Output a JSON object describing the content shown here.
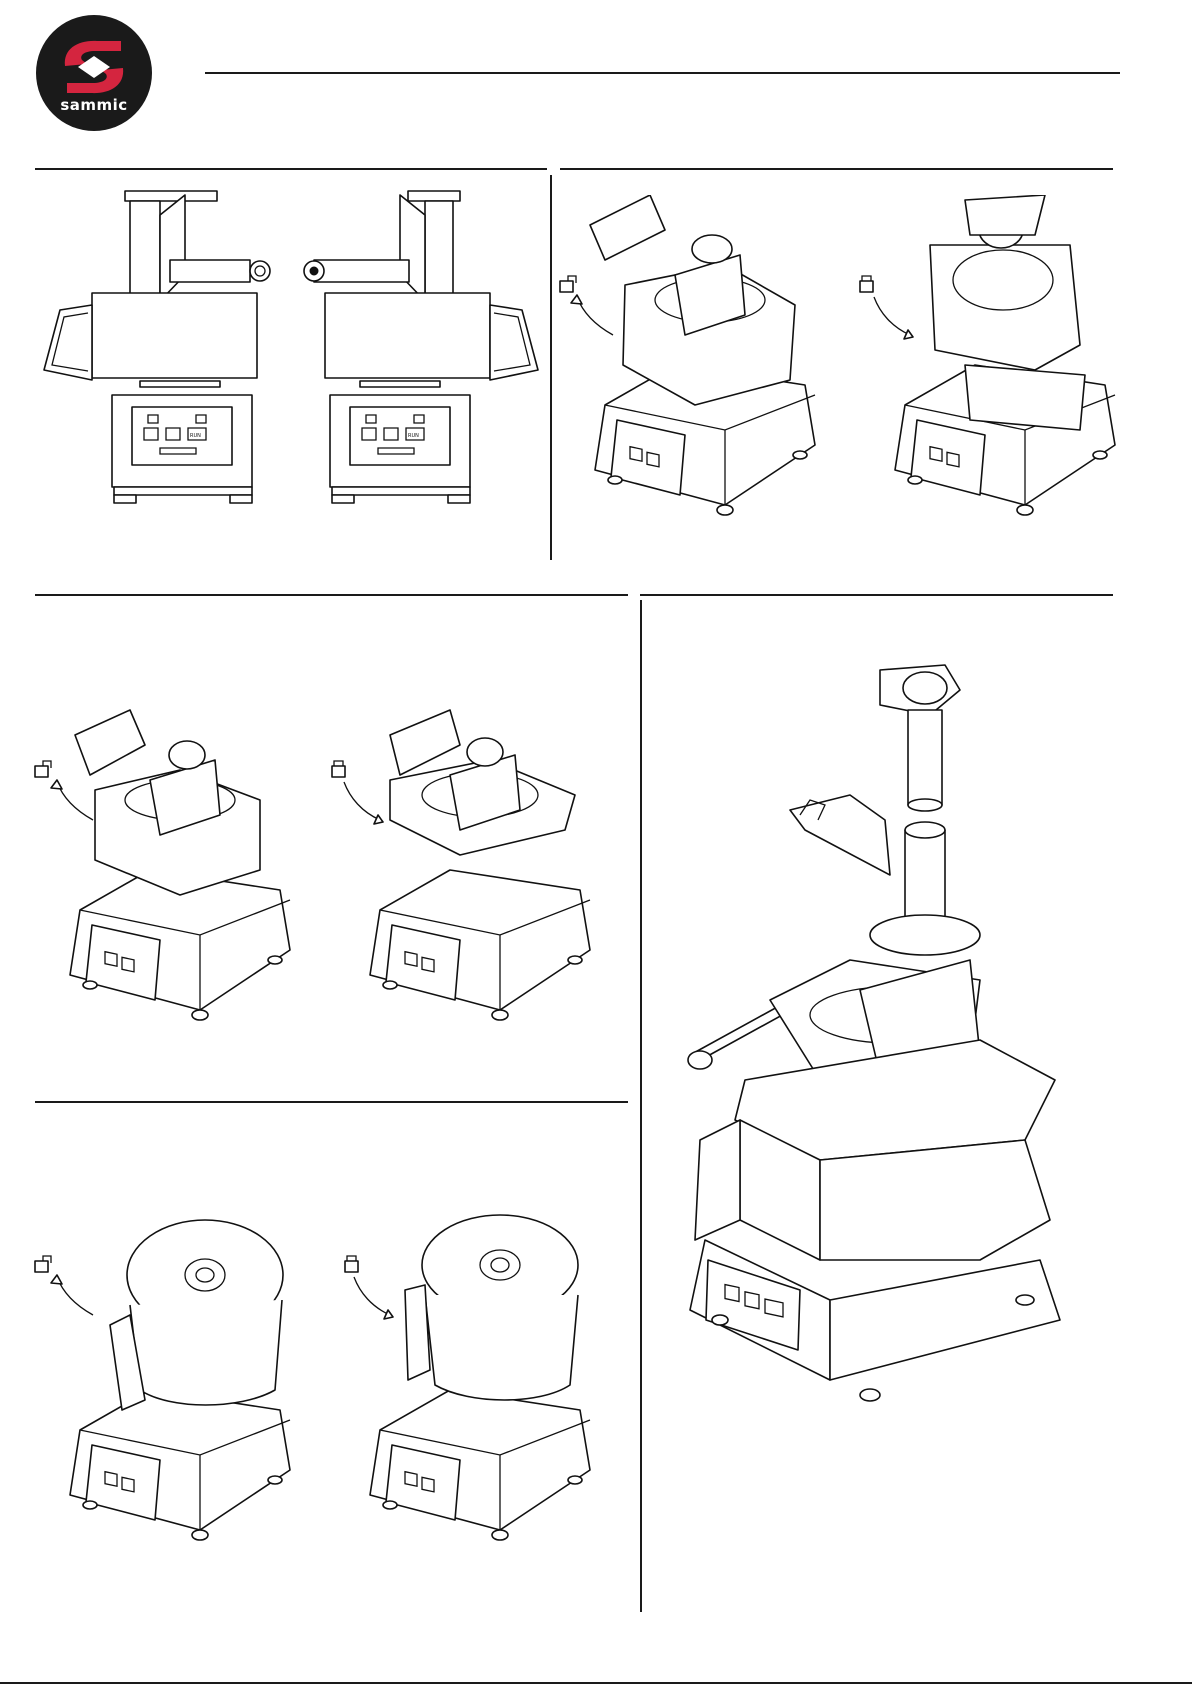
{
  "brand": {
    "logo_text": "sammic",
    "logo_color": "#d4253f",
    "logo_bg": "#1a1a1a"
  },
  "figures": {
    "front_views": {
      "control_labels": [
        "RUN"
      ]
    },
    "lock_icons": [
      "lock-open",
      "lock-closed"
    ]
  },
  "colors": {
    "line": "#111111",
    "background": "#ffffff"
  }
}
